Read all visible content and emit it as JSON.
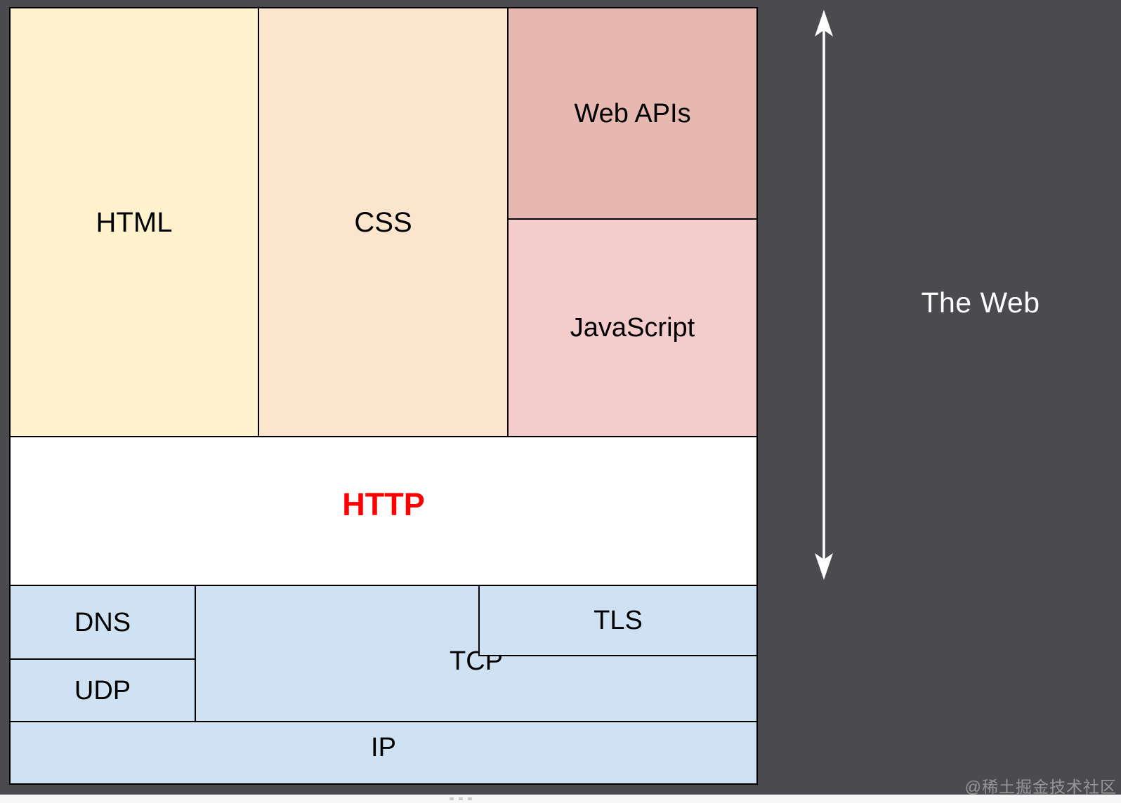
{
  "colors": {
    "background": "#4B4B4F",
    "html_box": "#FFF2CC",
    "css_box": "#FCE5CD",
    "web_apis_box": "#E6B8AF",
    "javascript_box": "#F4CCCC",
    "http_box": "#FFFFFF",
    "http_text": "#FE0000",
    "network_boxes": "#CFE2F3",
    "box_border": "#000000",
    "side_label_text": "#FFFFFF"
  },
  "boxes": {
    "html": {
      "label": "HTML"
    },
    "css": {
      "label": "CSS"
    },
    "web_apis": {
      "label": "Web APIs"
    },
    "javascript": {
      "label": "JavaScript"
    },
    "http": {
      "label": "HTTP"
    },
    "dns": {
      "label": "DNS"
    },
    "udp": {
      "label": "UDP"
    },
    "tcp": {
      "label": "TCP"
    },
    "tls": {
      "label": "TLS"
    },
    "ip": {
      "label": "IP"
    }
  },
  "side": {
    "label": "The Web"
  },
  "watermark": {
    "text": "@稀土掘金技术社区"
  }
}
